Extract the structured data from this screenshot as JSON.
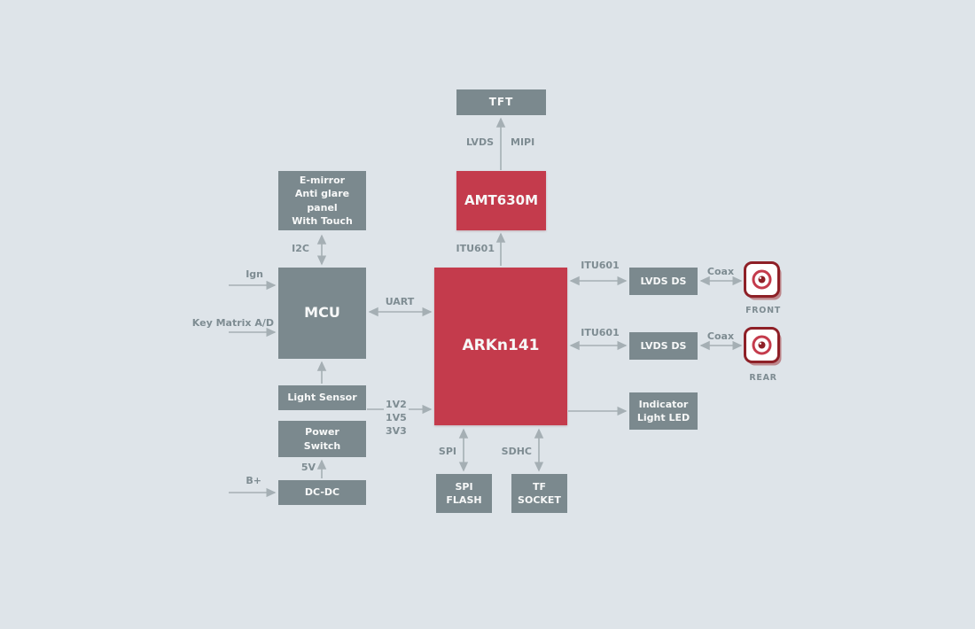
{
  "diagram": {
    "colors": {
      "background": "#dee4e9",
      "gray_block": "#7b898e",
      "red_block": "#c43b4c",
      "arrow": "#a5afb4",
      "label_text": "#7e8c92",
      "camera_border": "#8e2027"
    }
  },
  "blocks": {
    "tft": {
      "label": "TFT"
    },
    "amt630m": {
      "label": "AMT630M"
    },
    "emirror": {
      "label": "E-mirror\nAnti glare panel\nWith Touch"
    },
    "mcu": {
      "label": "MCU"
    },
    "arkn141": {
      "label": "ARKn141"
    },
    "lvds_front": {
      "label": "LVDS DS"
    },
    "lvds_rear": {
      "label": "LVDS DS"
    },
    "indicator": {
      "label": "Indicator\nLight LED"
    },
    "light_sensor": {
      "label": "Light Sensor"
    },
    "power_switch": {
      "label": "Power\nSwitch"
    },
    "dcdc": {
      "label": "DC-DC"
    },
    "spi_flash": {
      "label": "SPI\nFLASH"
    },
    "tf_socket": {
      "label": "TF\nSOCKET"
    }
  },
  "labels": {
    "lvds": "LVDS",
    "mipi": "MIPI",
    "itu601_top": "ITU601",
    "i2c": "I2C",
    "ign": "Ign",
    "key_matrix": "Key Matrix A/D",
    "uart": "UART",
    "itu601_front": "ITU601",
    "coax_front": "Coax",
    "itu601_rear": "ITU601",
    "coax_rear": "Coax",
    "rails": "1V2\n1V5\n3V3",
    "spi": "SPI",
    "sdhc": "SDHC",
    "v5": "5V",
    "bplus": "B+",
    "front": "FRONT",
    "rear": "REAR"
  }
}
